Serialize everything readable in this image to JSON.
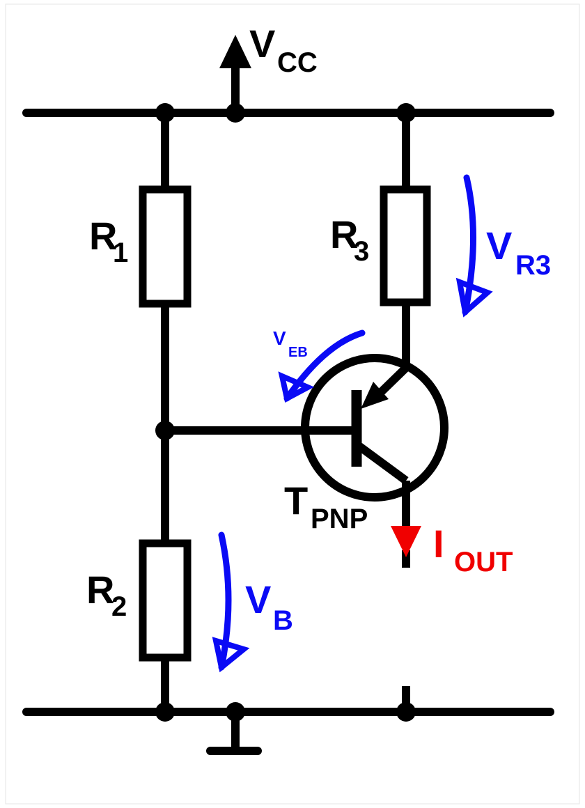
{
  "labels": {
    "vcc": {
      "main": "V",
      "sub": "CC"
    },
    "r1": {
      "main": "R",
      "sub": "1"
    },
    "r2": {
      "main": "R",
      "sub": "2"
    },
    "r3": {
      "main": "R",
      "sub": "3"
    },
    "vr3": {
      "main": "V",
      "sub": "R3"
    },
    "veb": {
      "main": "V",
      "sub": "EB"
    },
    "vb": {
      "main": "V",
      "sub": "B"
    },
    "tpnp": {
      "main": "T",
      "sub": "PNP"
    },
    "iout": {
      "main": "I",
      "sub": "OUT"
    }
  },
  "colors": {
    "wire": "#000000",
    "voltage": "#0a0af5",
    "current": "#f00000",
    "background": "#ffffff"
  }
}
